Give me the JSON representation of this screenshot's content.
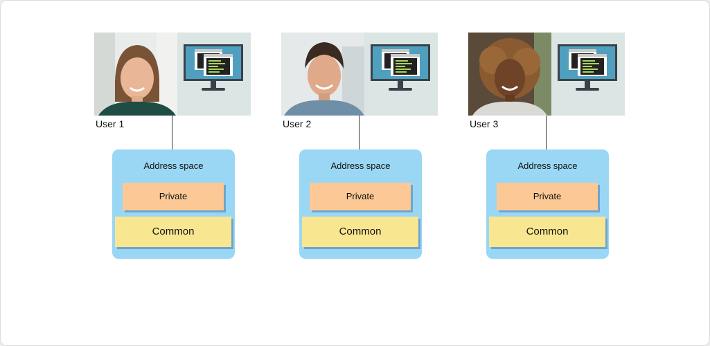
{
  "users": [
    {
      "label": "User 1",
      "address_space": "Address space",
      "private": "Private",
      "common": "Common"
    },
    {
      "label": "User 2",
      "address_space": "Address space",
      "private": "Private",
      "common": "Common"
    },
    {
      "label": "User 3",
      "address_space": "Address space",
      "private": "Private",
      "common": "Common"
    }
  ],
  "icons": {
    "photo": "person-photo",
    "monitor": "monitor-icon"
  },
  "colors": {
    "address_space": "#9ad7f5",
    "private": "#fcc996",
    "common": "#f9e691",
    "monitor_screen": "#4f9fbf"
  }
}
